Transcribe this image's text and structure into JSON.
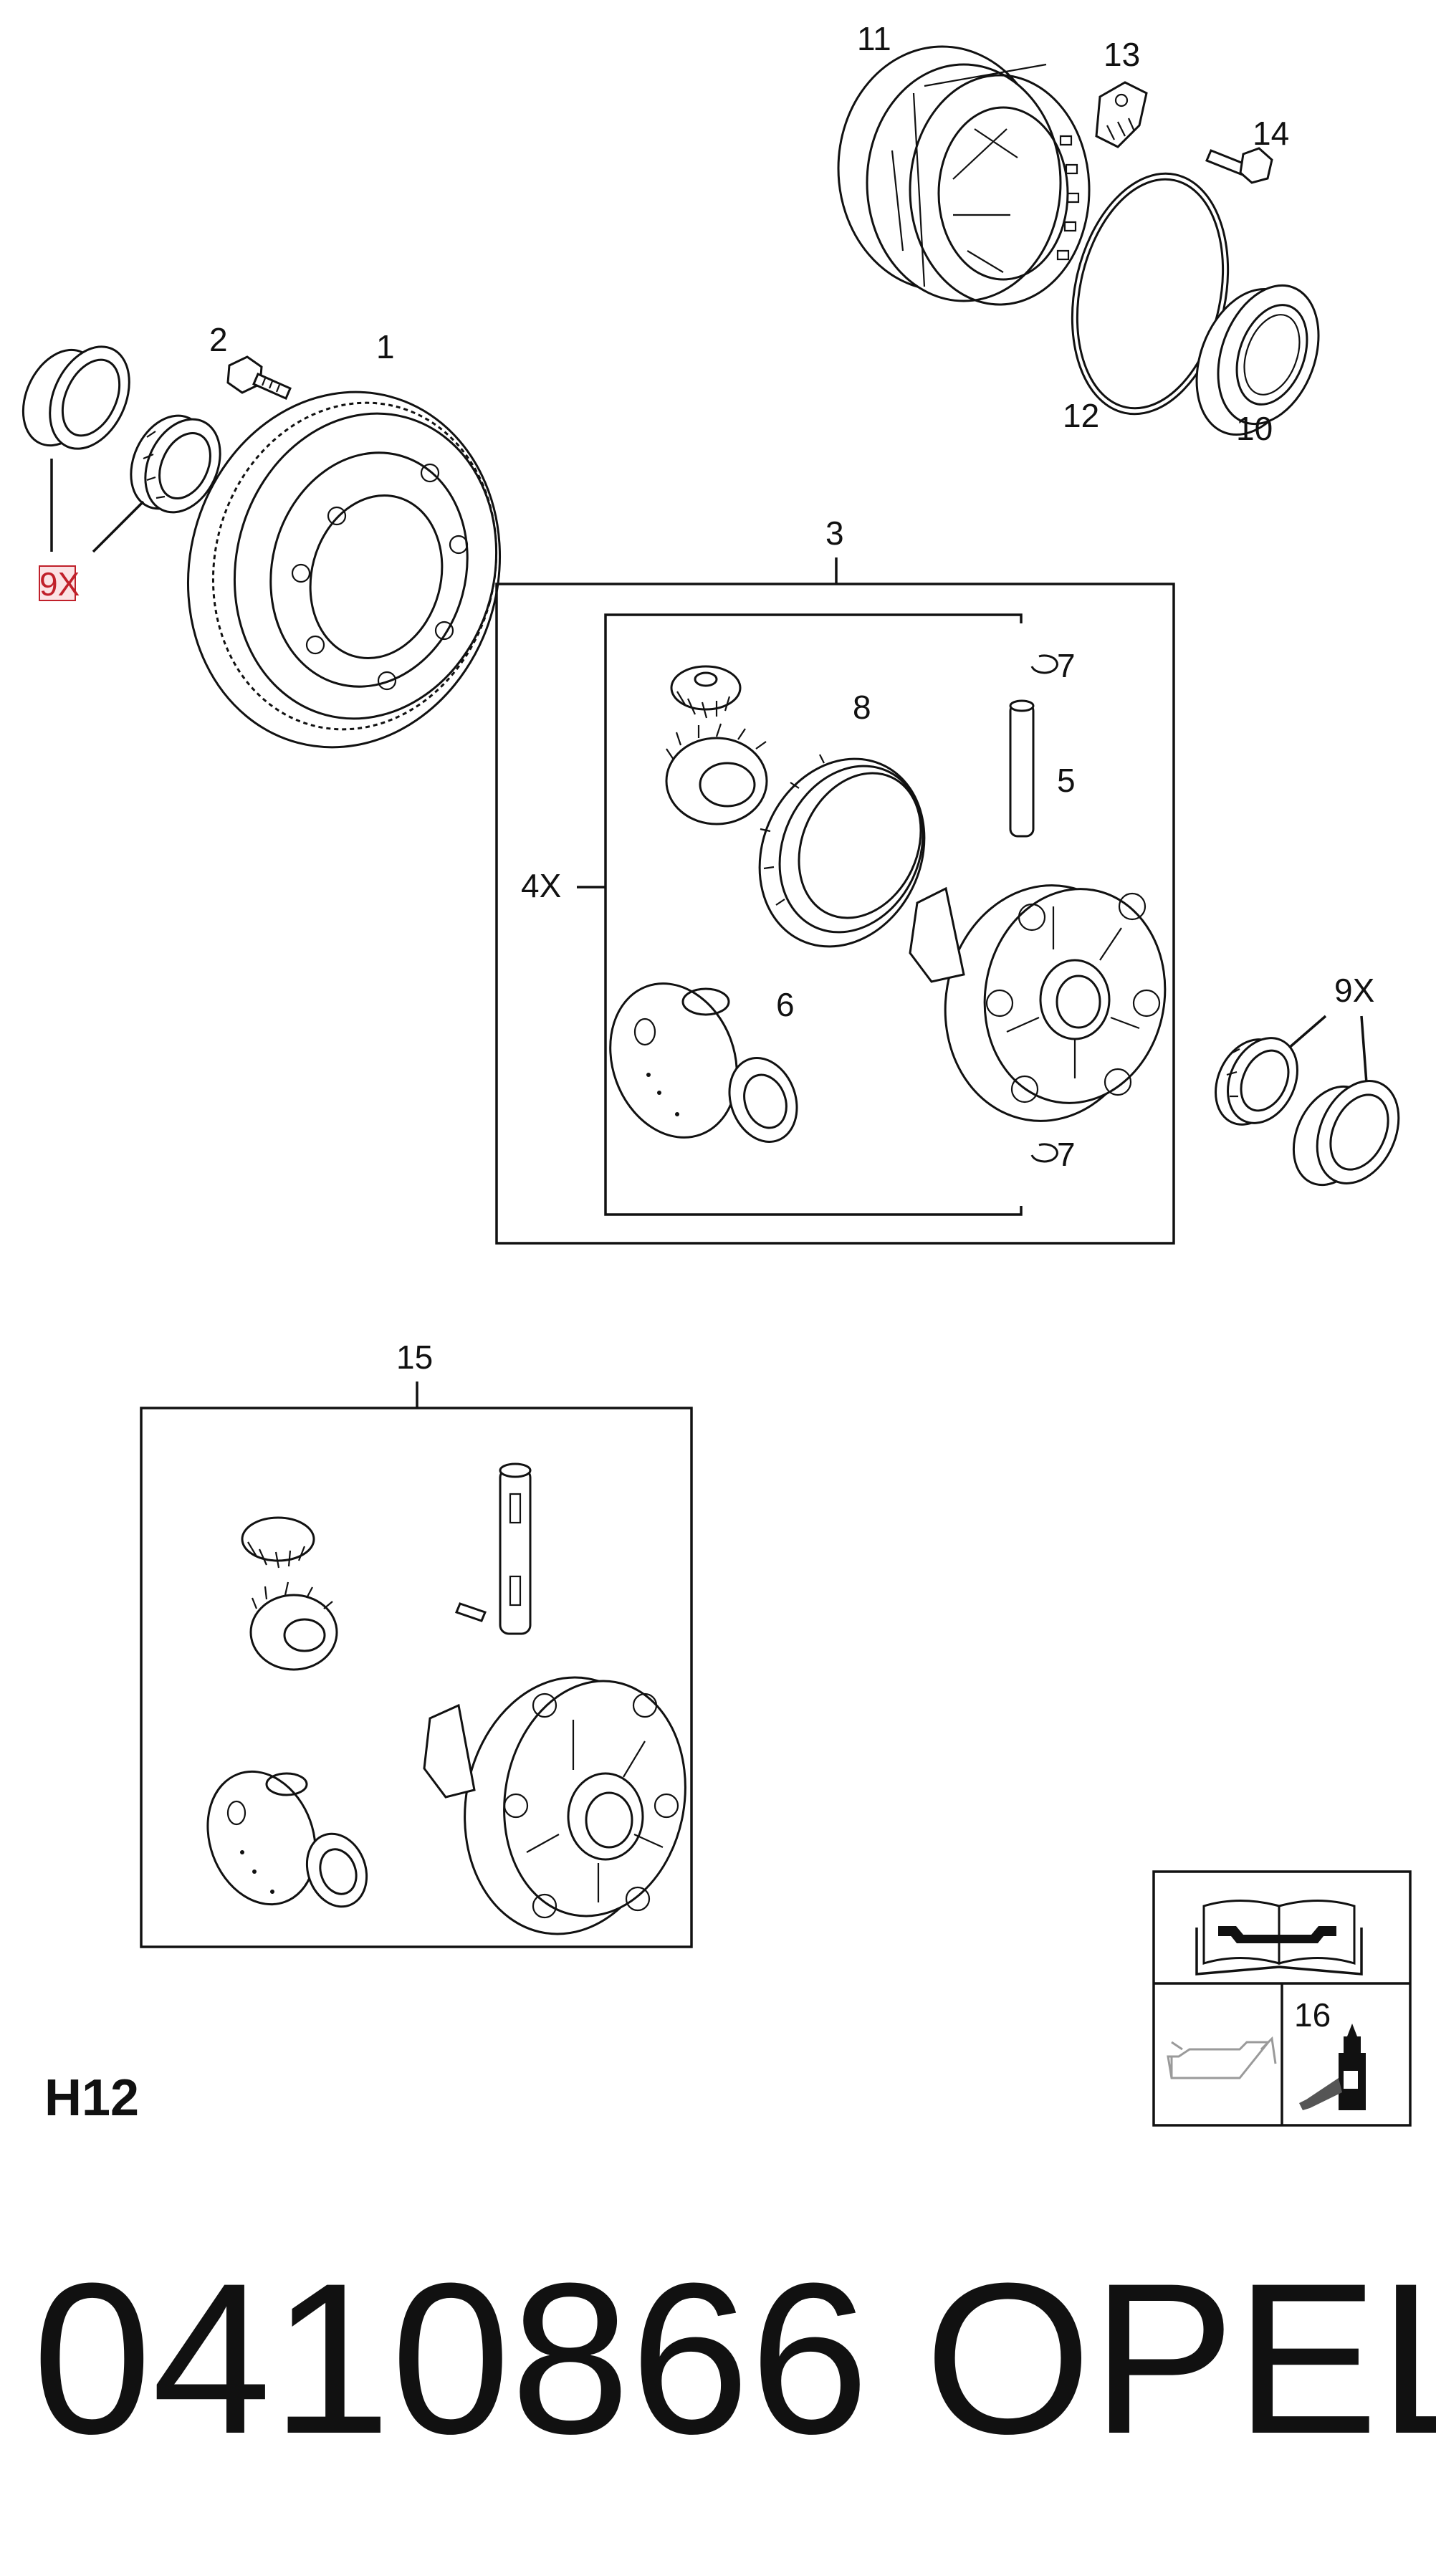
{
  "diagram": {
    "callouts": {
      "c1": "1",
      "c2": "2",
      "c3": "3",
      "c4x": "4X",
      "c5": "5",
      "c6": "6",
      "c7a": "7",
      "c7b": "7",
      "c8": "8",
      "c9x_left": "9X",
      "c9x_right": "9X",
      "c10": "10",
      "c11": "11",
      "c12": "12",
      "c13": "13",
      "c14": "14",
      "c15": "15",
      "c16": "16"
    },
    "model_code": "H12",
    "part_number": "0410866",
    "brand": "OPEL"
  },
  "colors": {
    "line": "#111111",
    "highlight": "#c0202a",
    "icon_grey": "#9a9a9a"
  },
  "icons": [
    "manual-book-wrench-icon",
    "oil-can-icon",
    "sealant-bottle-icon"
  ]
}
